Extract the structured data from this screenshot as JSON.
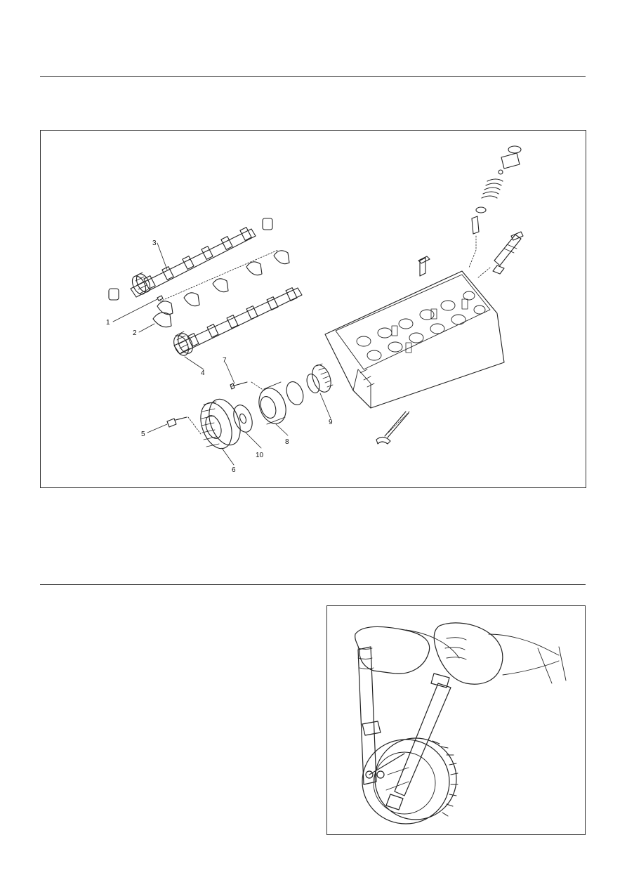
{
  "exploded_view": {
    "callouts": [
      {
        "id": "1",
        "label": "1"
      },
      {
        "id": "2",
        "label": "2"
      },
      {
        "id": "3",
        "label": "3"
      },
      {
        "id": "4",
        "label": "4"
      },
      {
        "id": "5",
        "label": "5"
      },
      {
        "id": "6",
        "label": "6"
      },
      {
        "id": "7",
        "label": "7"
      },
      {
        "id": "8",
        "label": "8"
      },
      {
        "id": "9",
        "label": "9"
      },
      {
        "id": "10",
        "label": "10"
      }
    ]
  },
  "colors": {
    "line": "#222222",
    "hatch": "#444444",
    "background": "#ffffff"
  }
}
